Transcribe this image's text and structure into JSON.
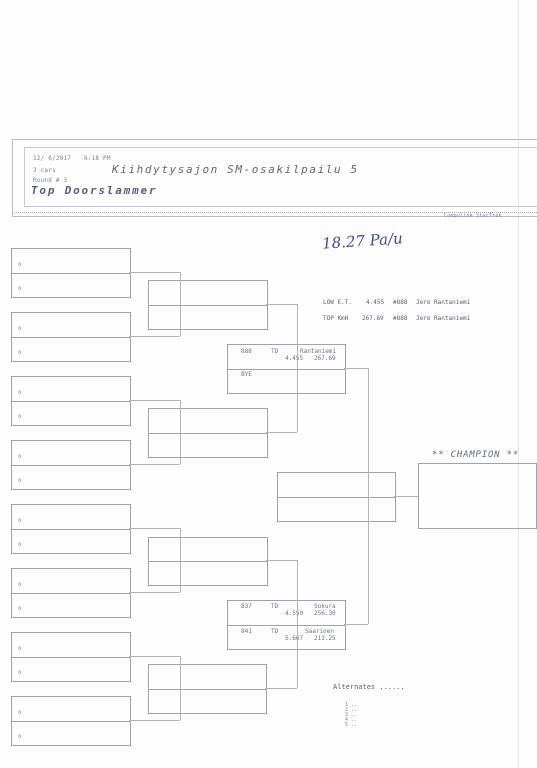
{
  "header": {
    "date": "12/ 6/2017",
    "time": "6:18 PM",
    "cars": "3 cars",
    "round": "Round # 3",
    "event_title": "Kiihdytysajon SM-osakilpailu 5",
    "class_name": "Top Doorslammer",
    "footer_brand": "Compulink StarTrek"
  },
  "handwriting": "18.27 Pa/u",
  "round1_slots": [
    "o",
    "o",
    "o",
    "o",
    "o",
    "o",
    "o",
    "o",
    "o",
    "o",
    "o",
    "o",
    "o",
    "o",
    "o",
    "o"
  ],
  "semifinal_top": {
    "entry1": {
      "number": "888",
      "pos": "TD",
      "name": "Rantaniemi",
      "et": "4.455",
      "speed": "267.69"
    },
    "entry2": {
      "label": "BYE"
    }
  },
  "semifinal_bottom": {
    "entry1": {
      "number": "837",
      "pos": "TD",
      "name": "Sokura",
      "et": "4.550",
      "speed": "256.30"
    },
    "entry2": {
      "number": "841",
      "pos": "TD",
      "name": "Saarinen",
      "et": "5.667",
      "speed": "213.25"
    }
  },
  "records": {
    "low_et": {
      "label": "LOW E.T.",
      "value": "4.455",
      "car": "#888",
      "driver": "Jere Rantaniemi"
    },
    "top_speed": {
      "label": "TOP KmH",
      "value": "267.69",
      "car": "#888",
      "driver": "Jere Rantaniemi"
    }
  },
  "champion_label": "** CHAMPION **",
  "alternates": {
    "label": "Alternates ......",
    "items": [
      "1 ..",
      "2 ..",
      "3 ..",
      "4 ..",
      "5 .."
    ]
  }
}
